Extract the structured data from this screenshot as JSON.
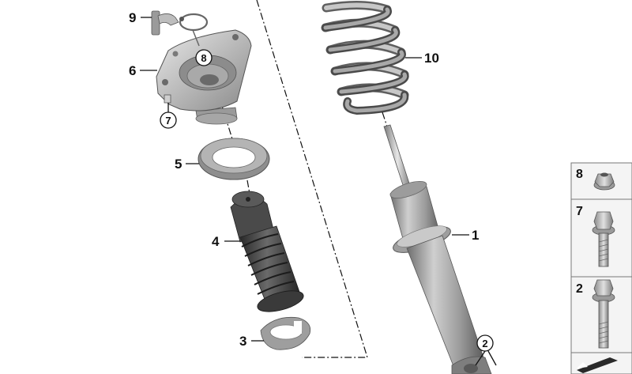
{
  "callouts": {
    "c1": "1",
    "c2": "2",
    "c3": "3",
    "c4": "4",
    "c5": "5",
    "c6": "6",
    "c7": "7",
    "c8": "8",
    "c9": "9",
    "c10": "10"
  },
  "panel": {
    "p8": "8",
    "p7": "7",
    "p2": "2"
  },
  "colors": {
    "part_fill": "#b9b9b9",
    "part_dark": "#7d7d7d",
    "part_light": "#e2e2e2",
    "panel_bg": "#f4f4f4",
    "line": "#111111"
  }
}
